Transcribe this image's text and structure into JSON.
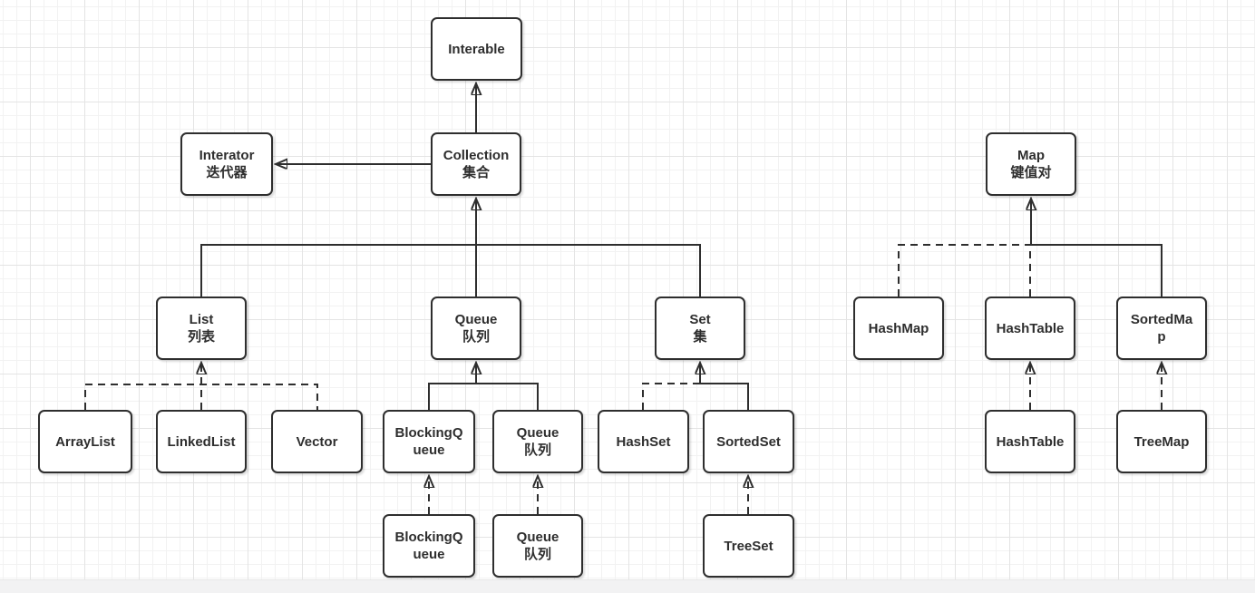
{
  "canvas": {
    "stroke_color": "#2e2e2e",
    "node_fill": "#ffffff",
    "grid_minor_color": "#f2f2f2",
    "grid_major_color": "#e4e4e4",
    "bottom_track_color": "#f2f2f3"
  },
  "nodes": {
    "iterable": {
      "line1": "Interable"
    },
    "collection": {
      "line1": "Collection",
      "line2": "集合"
    },
    "iterator": {
      "line1": "Interator",
      "line2": "迭代器"
    },
    "list": {
      "line1": "List",
      "line2": "列表"
    },
    "queue_if": {
      "line1": "Queue",
      "line2": "队列"
    },
    "set_if": {
      "line1": "Set",
      "line2": "集"
    },
    "arraylist": {
      "line1": "ArrayList"
    },
    "linkedlist": {
      "line1": "LinkedList"
    },
    "vector": {
      "line1": "Vector"
    },
    "blockingqueue_if": {
      "line1": "BlockingQ",
      "line2": "ueue"
    },
    "queue_mid": {
      "line1": "Queue",
      "line2": "队列"
    },
    "hashset": {
      "line1": "HashSet"
    },
    "sortedset": {
      "line1": "SortedSet"
    },
    "blockingqueue_impl": {
      "line1": "BlockingQ",
      "line2": "ueue"
    },
    "queue_impl": {
      "line1": "Queue",
      "line2": "队列"
    },
    "treeset": {
      "line1": "TreeSet"
    },
    "map_if": {
      "line1": "Map",
      "line2": "键值对"
    },
    "hashmap": {
      "line1": "HashMap"
    },
    "hashtable_if": {
      "line1": "HashTable"
    },
    "sortedmap": {
      "line1": "SortedMa",
      "line2": "p"
    },
    "hashtable_impl": {
      "line1": "HashTable"
    },
    "treemap": {
      "line1": "TreeMap"
    }
  }
}
